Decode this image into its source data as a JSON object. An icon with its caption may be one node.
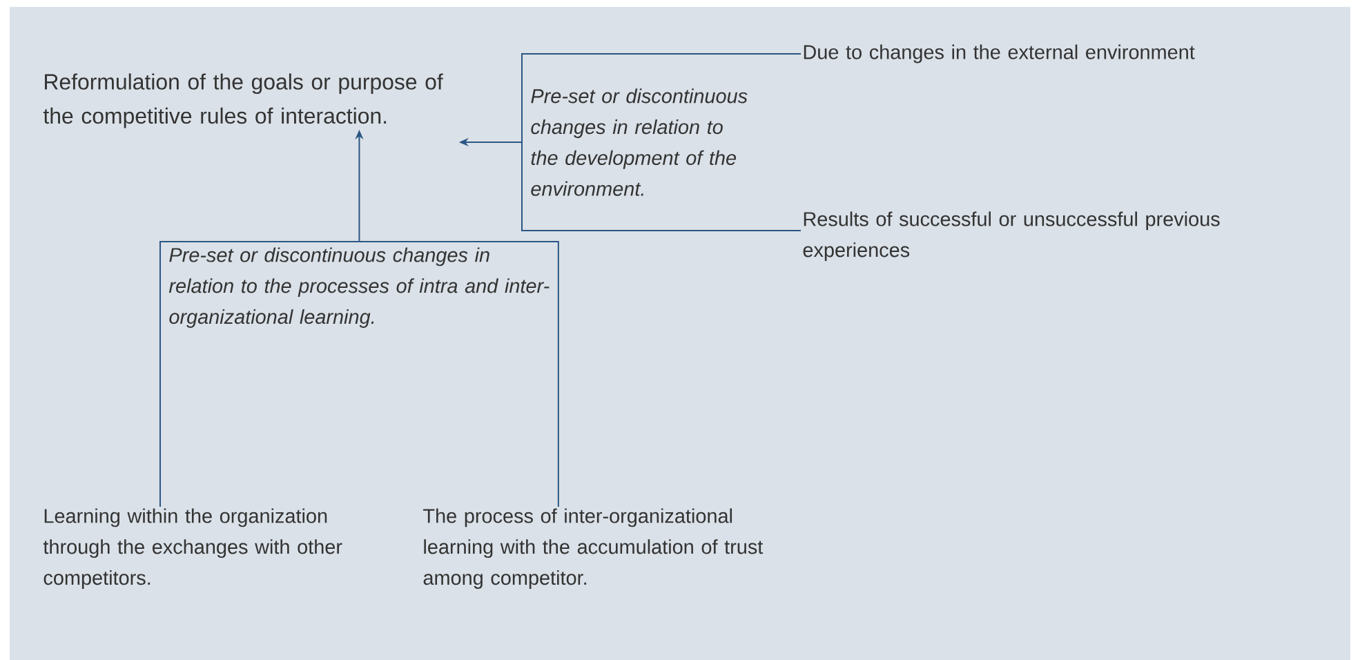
{
  "diagram": {
    "nodes": [
      {
        "text": [
          "Reformulation of the goals or purpose of the competitive rules of interaction."
        ]
      },
      {
        "text": [
          "Pre-set or discontinuous changes in relation to the processes of intra and inter-organizational learning."
        ]
      },
      {
        "text": [
          "Pre-set or discontinuous changes in relation to the development of the environment."
        ]
      },
      {
        "text": [
          "Due to changes in the external environment"
        ]
      },
      {
        "text": [
          "Results of successful or unsuccessful previous experiences"
        ]
      },
      {
        "text": [
          "Learning within the organization through the exchanges with other competitors."
        ]
      },
      {
        "text": [
          "The process of inter-organizational learning with the accumulation of trust among competitor."
        ]
      }
    ],
    "edges": [
      {
        "from": 1,
        "to": 0,
        "arrow": "to"
      },
      {
        "from": 2,
        "to": 0,
        "arrow": "to"
      },
      {
        "from": 3,
        "to": 2,
        "arrow": "none"
      },
      {
        "from": 4,
        "to": 2,
        "arrow": "none"
      },
      {
        "from": 5,
        "to": 1,
        "arrow": "none"
      },
      {
        "from": 6,
        "to": 1,
        "arrow": "none"
      }
    ]
  }
}
